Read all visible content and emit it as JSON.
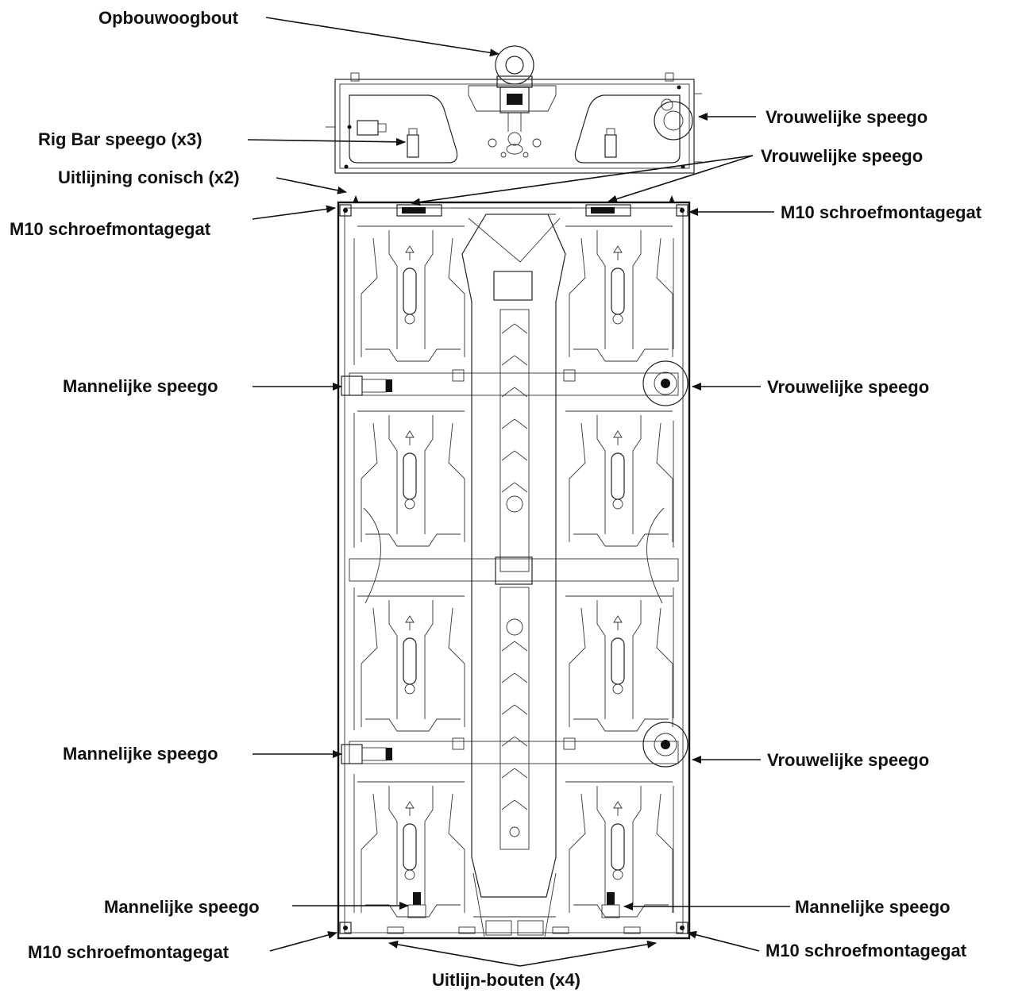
{
  "labels": {
    "opbouwoogbout": "Opbouwoogbout",
    "rig_bar_speego": "Rig Bar speego (x3)",
    "uitlijning_conisch": "Uitlijning conisch (x2)",
    "m10_top_left": "M10 schroefmontagegat",
    "m10_top_right": "M10 schroefmontagegat",
    "m10_bottom_left": "M10 schroefmontagegat",
    "m10_bottom_right": "M10 schroefmontagegat",
    "vrouwelijke_top": "Vrouwelijke speego",
    "vrouwelijke_bar": "Vrouwelijke speego",
    "vrouwelijke_mid": "Vrouwelijke speego",
    "vrouwelijke_low": "Vrouwelijke speego",
    "mannelijke_mid": "Mannelijke speego",
    "mannelijke_low": "Mannelijke speego",
    "mannelijke_bottom_left": "Mannelijke speego",
    "mannelijke_bottom_right": "Mannelijke speego",
    "uitlijn_bouten": "Uitlijn-bouten (x4)"
  }
}
